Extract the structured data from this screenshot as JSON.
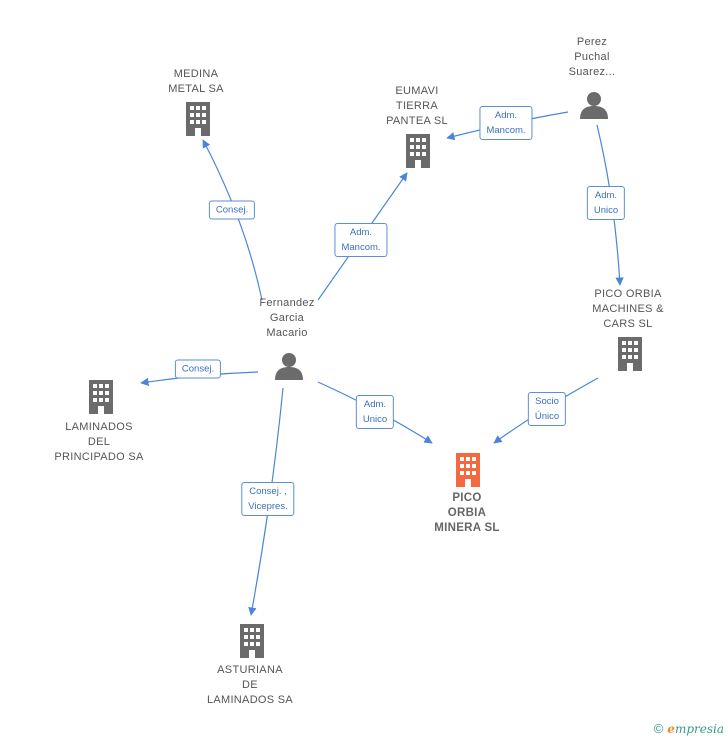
{
  "colors": {
    "edge": "#4a86d8",
    "building": "#6b6b6b",
    "building_focus": "#f26a3d",
    "person": "#6b6b6b"
  },
  "nodes": {
    "medina": {
      "lines": [
        "MEDINA",
        "METAL SA"
      ],
      "icon": "building-icon"
    },
    "eumavi": {
      "lines": [
        "EUMAVI",
        "TIERRA",
        "PANTEA SL"
      ],
      "icon": "building-icon"
    },
    "perez": {
      "lines": [
        "Perez",
        "Puchal",
        "Suarez..."
      ],
      "icon": "person-icon"
    },
    "fernandez": {
      "lines": [
        "Fernandez",
        "Garcia",
        "Macario"
      ],
      "icon": "person-icon"
    },
    "picomachines": {
      "lines": [
        "PICO ORBIA",
        "MACHINES &",
        "CARS SL"
      ],
      "icon": "building-icon"
    },
    "laminados": {
      "lines": [
        "LAMINADOS",
        "DEL",
        "PRINCIPADO SA"
      ],
      "icon": "building-icon"
    },
    "picominera": {
      "lines": [
        "PICO",
        "ORBIA",
        "MINERA SL"
      ],
      "icon": "building-icon"
    },
    "asturiana": {
      "lines": [
        "ASTURIANA",
        "DE",
        "LAMINADOS SA"
      ],
      "icon": "building-icon"
    }
  },
  "edges": {
    "fern_medina": [
      "Consej."
    ],
    "fern_eumavi": [
      "Adm.",
      "Mancom."
    ],
    "perez_eumavi": [
      "Adm.",
      "Mancom."
    ],
    "perez_picomachines": [
      "Adm.",
      "Unico"
    ],
    "fern_laminados": [
      "Consej."
    ],
    "fern_picominera": [
      "Adm.",
      "Unico"
    ],
    "picomachines_picominera": [
      "Socio",
      "Único"
    ],
    "fern_asturiana": [
      "Consej. ,",
      "Vicepres."
    ]
  },
  "footer": {
    "copyright": "©",
    "brand_initial": "e",
    "brand_rest": "mpresia"
  }
}
